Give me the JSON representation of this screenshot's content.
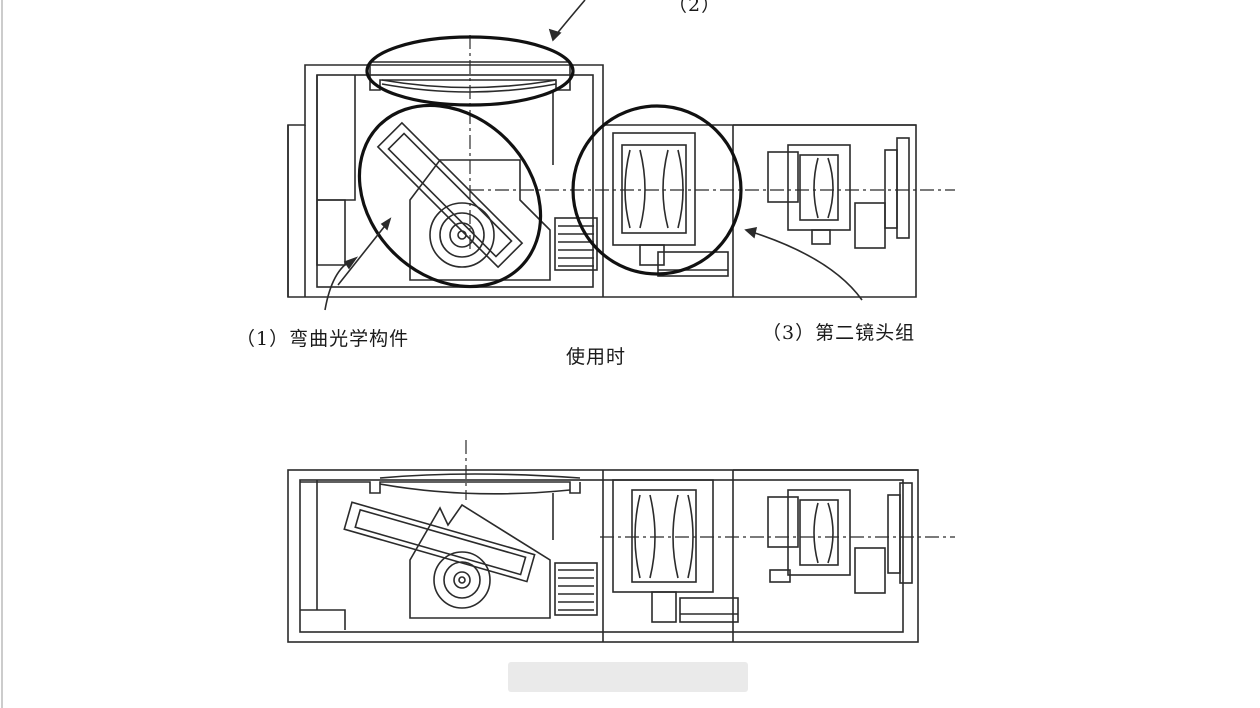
{
  "labels": {
    "part1": "（1）弯曲光学构件",
    "part3": "（3）第二镜头组",
    "state_in_use": "使用时",
    "part2_partial": "（2）"
  },
  "colors": {
    "line": "#2b2b2b",
    "background": "#ffffff",
    "watermark": "#e6e6e6"
  }
}
